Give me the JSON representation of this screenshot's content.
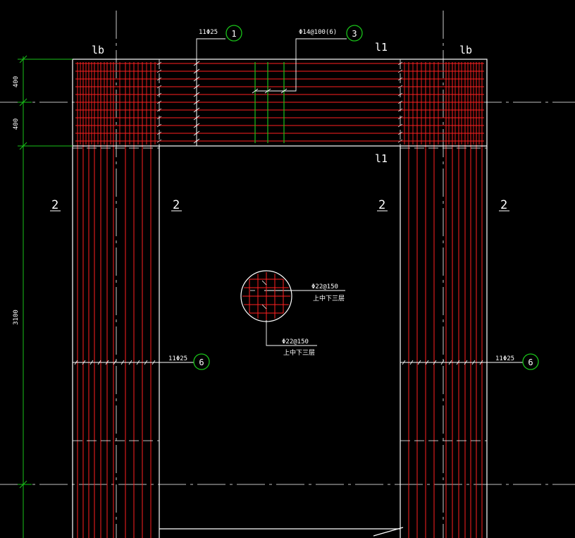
{
  "labels": {
    "lb_left": "lb",
    "lb_right": "lb",
    "l1_top": "l1",
    "l1_bottom": "l1",
    "section_2_a": "2",
    "section_2_b": "2",
    "section_2_c": "2",
    "section_2_d": "2"
  },
  "callouts": {
    "c1_text": "11Φ25",
    "c1_num": "1",
    "c3_text": "Φ14@100(6)",
    "c3_num": "3",
    "c6_left_text": "11Φ25",
    "c6_left_num": "6",
    "c6_right_text": "11Φ25",
    "c6_right_num": "6",
    "detail_text_1": "Φ22@150",
    "detail_sub_1": "上中下三层",
    "detail_text_2": "Φ22@150",
    "detail_sub_2": "上中下三层"
  },
  "dimensions": {
    "d1": "400",
    "d2": "400",
    "d3": "3100"
  },
  "colors": {
    "rebar": "#ff2020",
    "stirrup": "#19c219",
    "outline": "#ffffff",
    "dimension": "#19c219",
    "background": "#000000"
  }
}
